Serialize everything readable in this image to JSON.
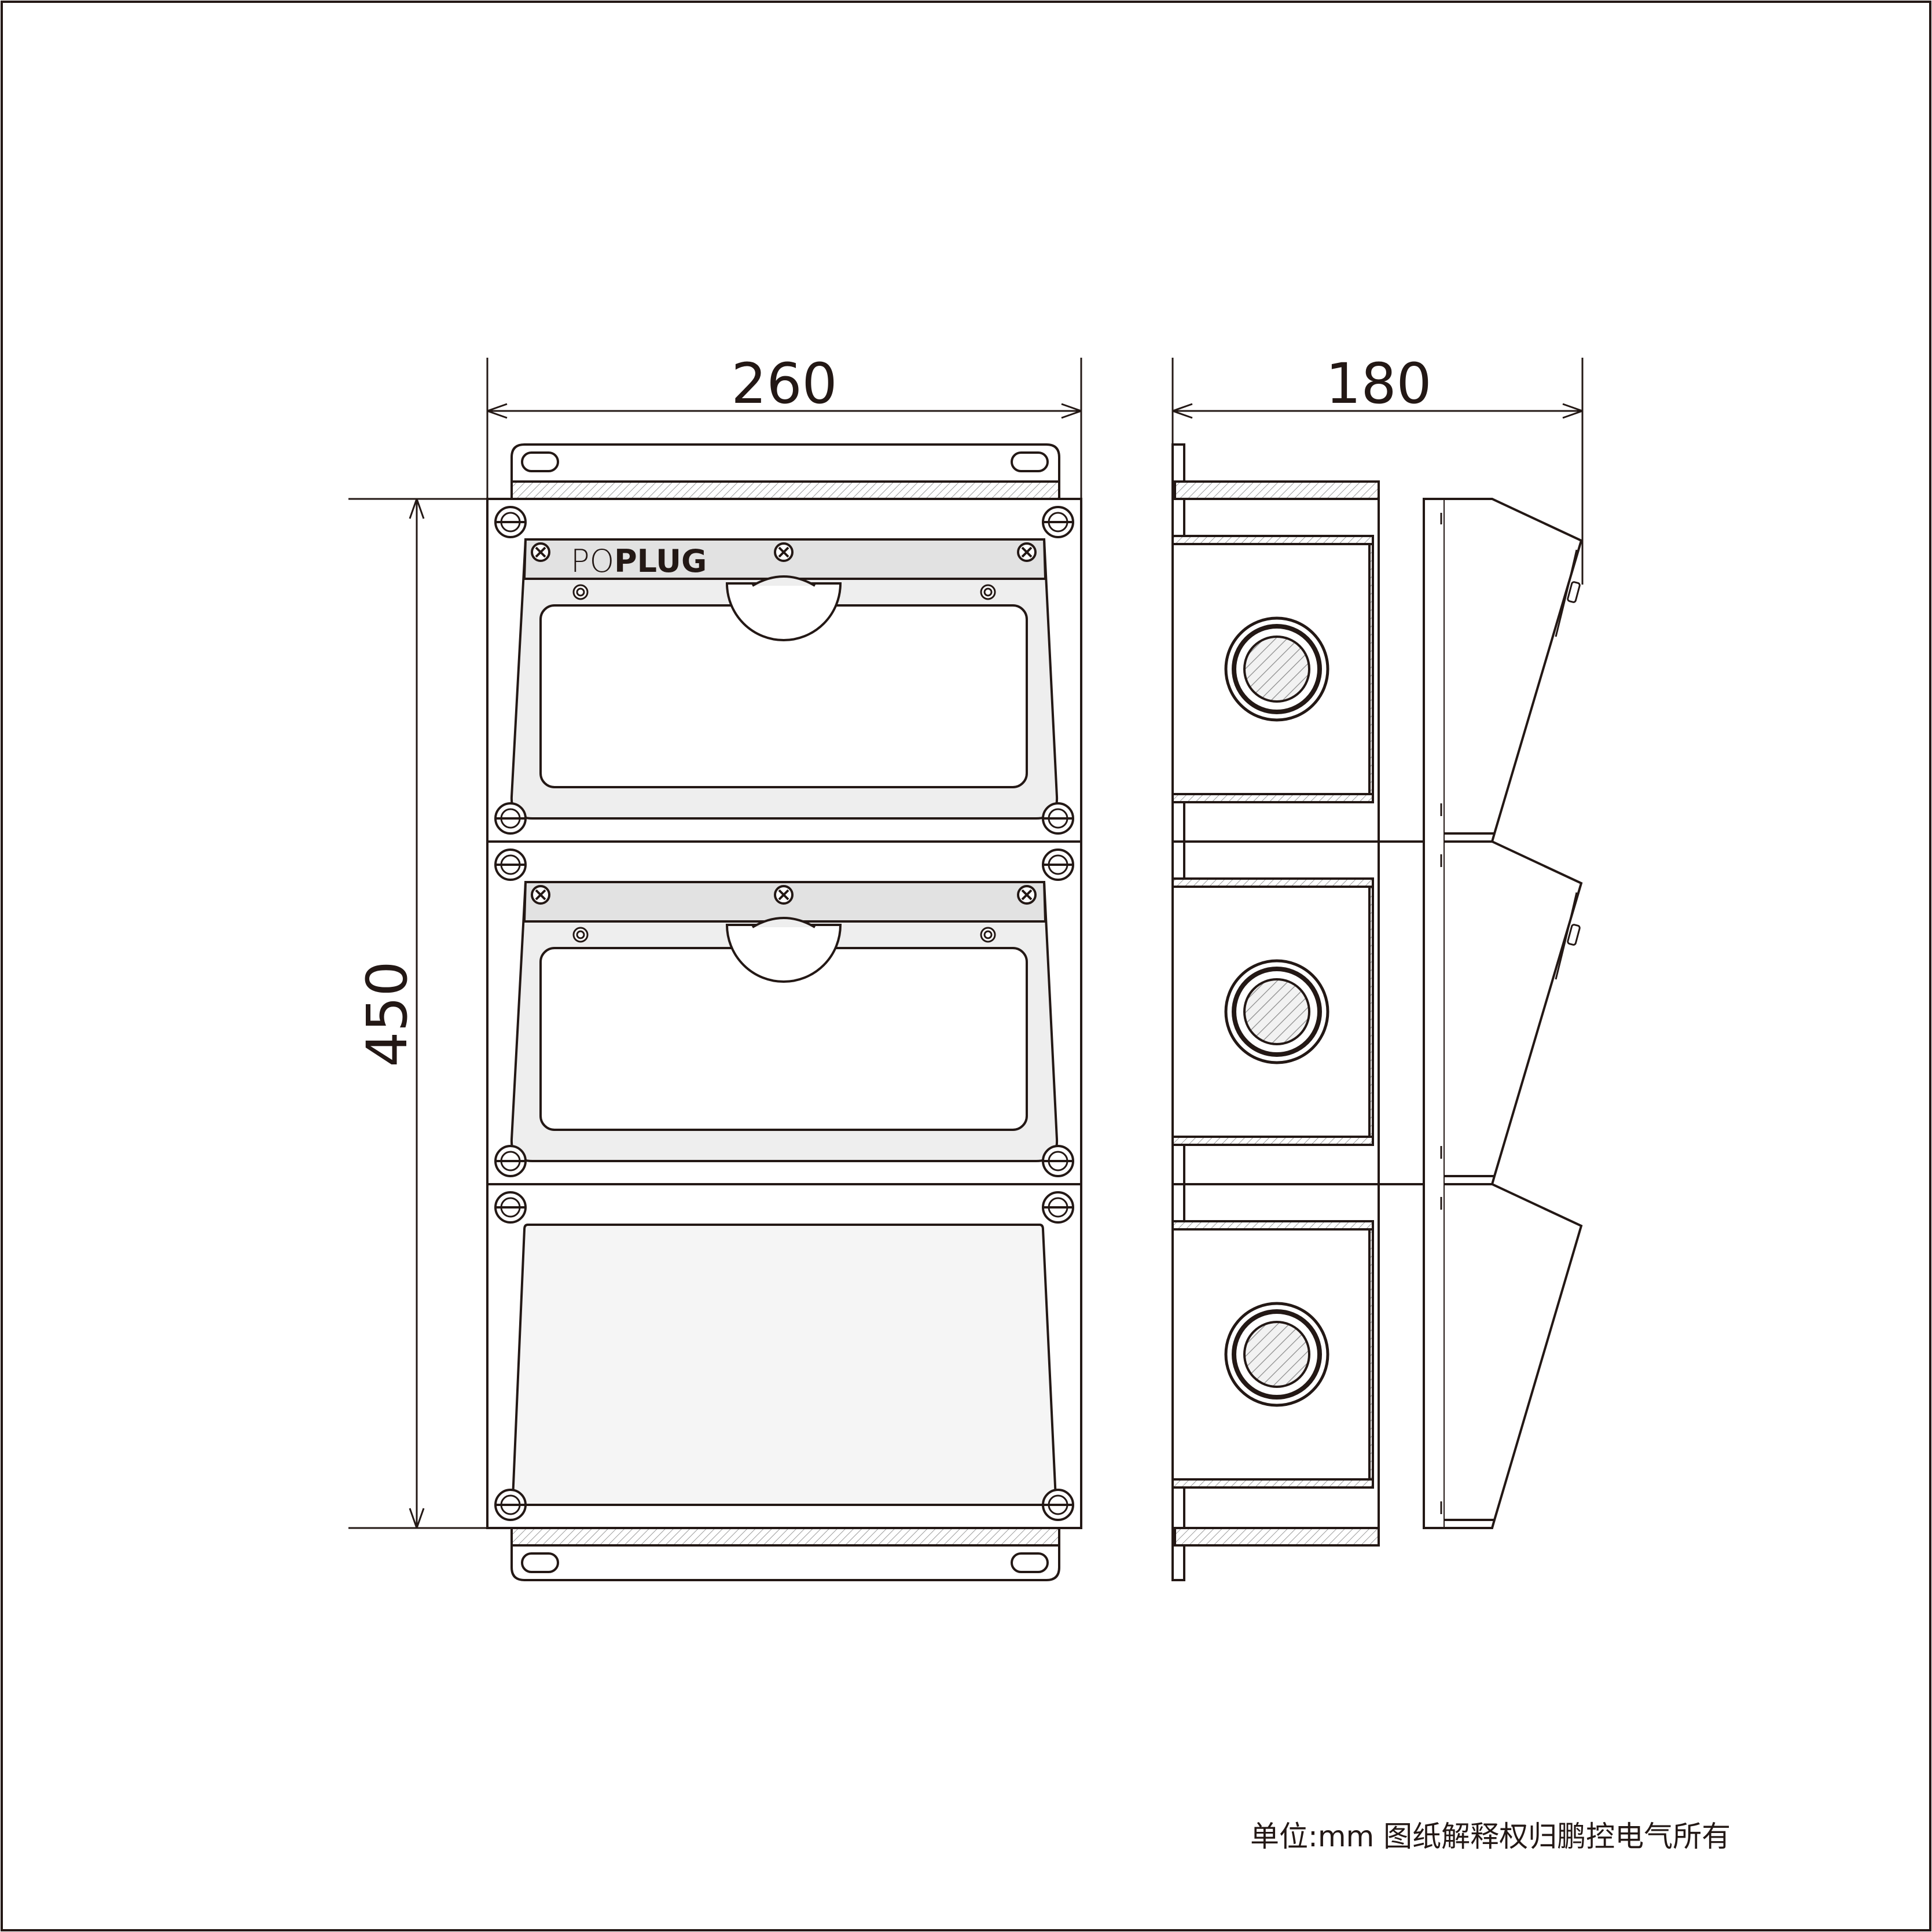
{
  "dimensions": {
    "width": "260",
    "depth": "180",
    "height": "450"
  },
  "brand": {
    "prefix": "PO",
    "suffix": "PLUG"
  },
  "footer": {
    "note": "单位:mm 图纸解释权归鹏控电气所有"
  },
  "modules": [
    {
      "type": "window-cover"
    },
    {
      "type": "window-cover"
    },
    {
      "type": "blank-cover"
    }
  ],
  "colors": {
    "line": "#231815",
    "panel_fill": "#eeeeee",
    "hatch": "#9c9c9c"
  }
}
